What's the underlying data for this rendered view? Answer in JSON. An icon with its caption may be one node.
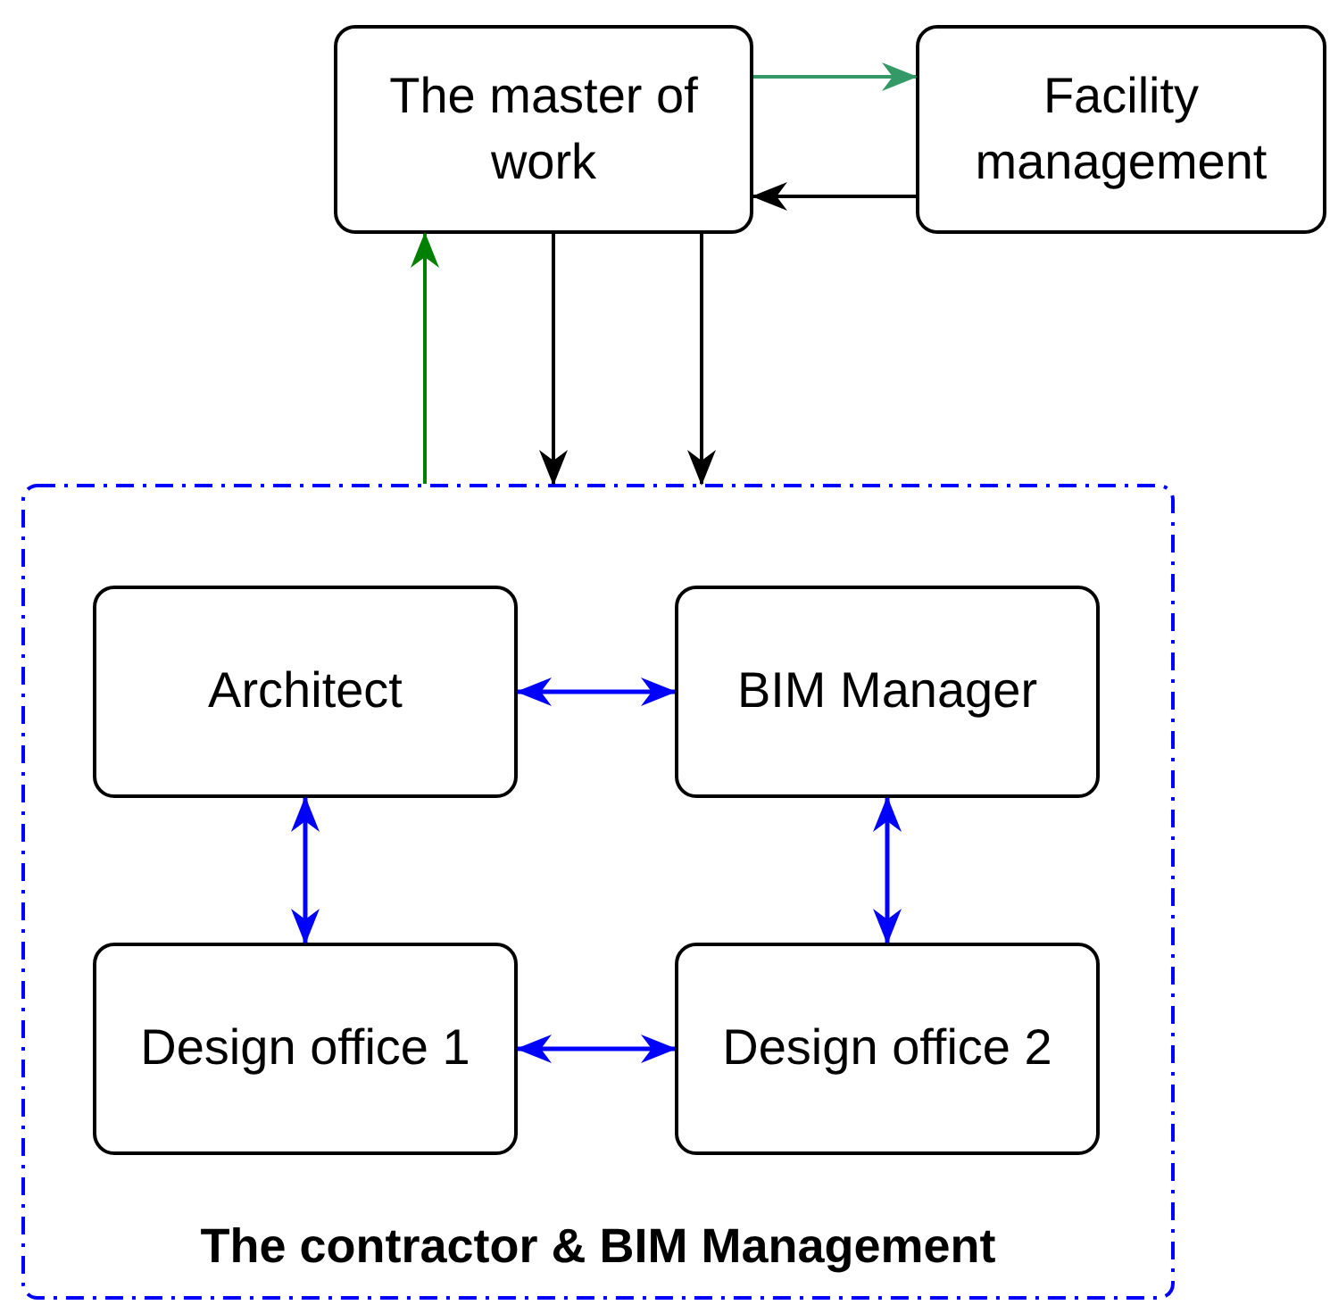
{
  "diagram": {
    "nodes": [
      {
        "text": [
          "The master of work"
        ]
      },
      {
        "text": [
          "Facility management"
        ]
      },
      {
        "text": [
          "The contractor & BIM Management"
        ]
      },
      {
        "text": [
          "Architect"
        ],
        "in": 2
      },
      {
        "text": [
          "BIM Manager"
        ],
        "in": 2
      },
      {
        "text": [
          "Design office 1"
        ],
        "in": 2
      },
      {
        "text": [
          "Design office 2"
        ],
        "in": 2
      }
    ],
    "edges": [
      {
        "from": 0,
        "to": 1,
        "arrow": "to",
        "color": "#339966"
      },
      {
        "from": 1,
        "to": 0,
        "arrow": "to",
        "color": "#000000"
      },
      {
        "from": 2,
        "to": 0,
        "arrow": "to",
        "color": "#008000"
      },
      {
        "from": 0,
        "to": 2,
        "arrow": "to",
        "color": "#000000"
      },
      {
        "from": 0,
        "to": 2,
        "arrow": "to",
        "color": "#000000"
      },
      {
        "from": 3,
        "to": 4,
        "arrow": "both",
        "color": "#0000ff"
      },
      {
        "from": 3,
        "to": 5,
        "arrow": "both",
        "color": "#0000ff"
      },
      {
        "from": 4,
        "to": 6,
        "arrow": "both",
        "color": "#0000ff"
      },
      {
        "from": 5,
        "to": 6,
        "arrow": "both",
        "color": "#0000ff"
      }
    ]
  }
}
